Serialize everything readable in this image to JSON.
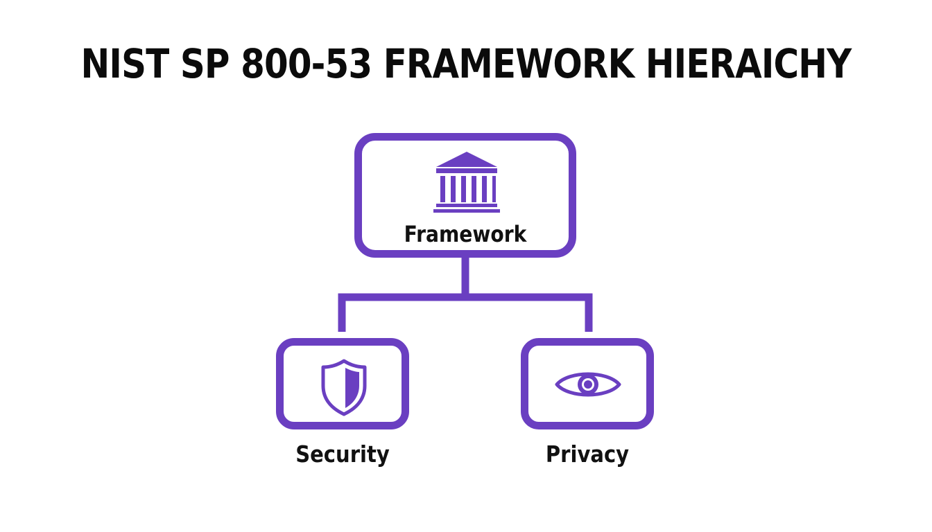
{
  "diagram": {
    "title": "NIST SP 800-53 FRAMEWORK HIERAICHY",
    "accent_color": "#6a3fc1",
    "root": {
      "label": "Framework",
      "icon": "bank-icon"
    },
    "children": [
      {
        "label": "Security",
        "icon": "shield-icon"
      },
      {
        "label": "Privacy",
        "icon": "eye-icon"
      }
    ]
  }
}
